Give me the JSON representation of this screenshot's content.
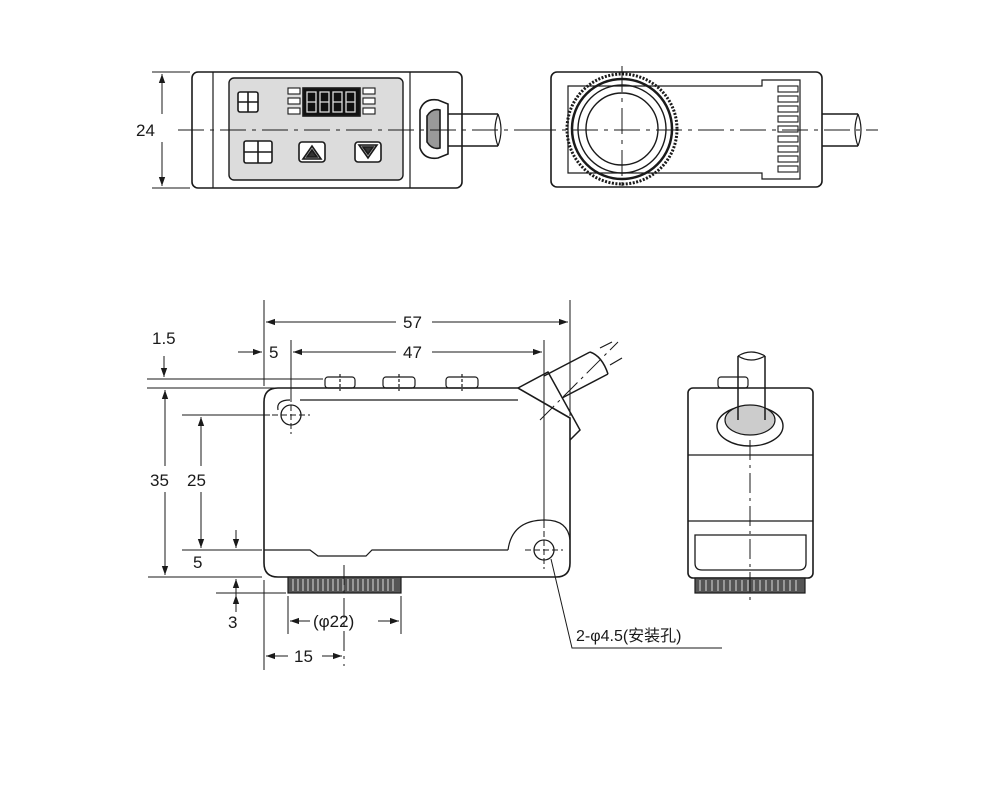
{
  "top_view": {
    "height_dim": "24"
  },
  "front_view": {
    "overall_length": "57",
    "hole_pitch": "47",
    "hole_offset": "5",
    "top_step": "1.5",
    "height": "35",
    "hole_spacing_vertical": "25",
    "bottom_offset": "5",
    "lens_protrusion": "3",
    "lens_diameter": "(φ22)",
    "lens_center_offset": "15",
    "mounting_hole_note": "2-φ4.5(安装孔)"
  }
}
